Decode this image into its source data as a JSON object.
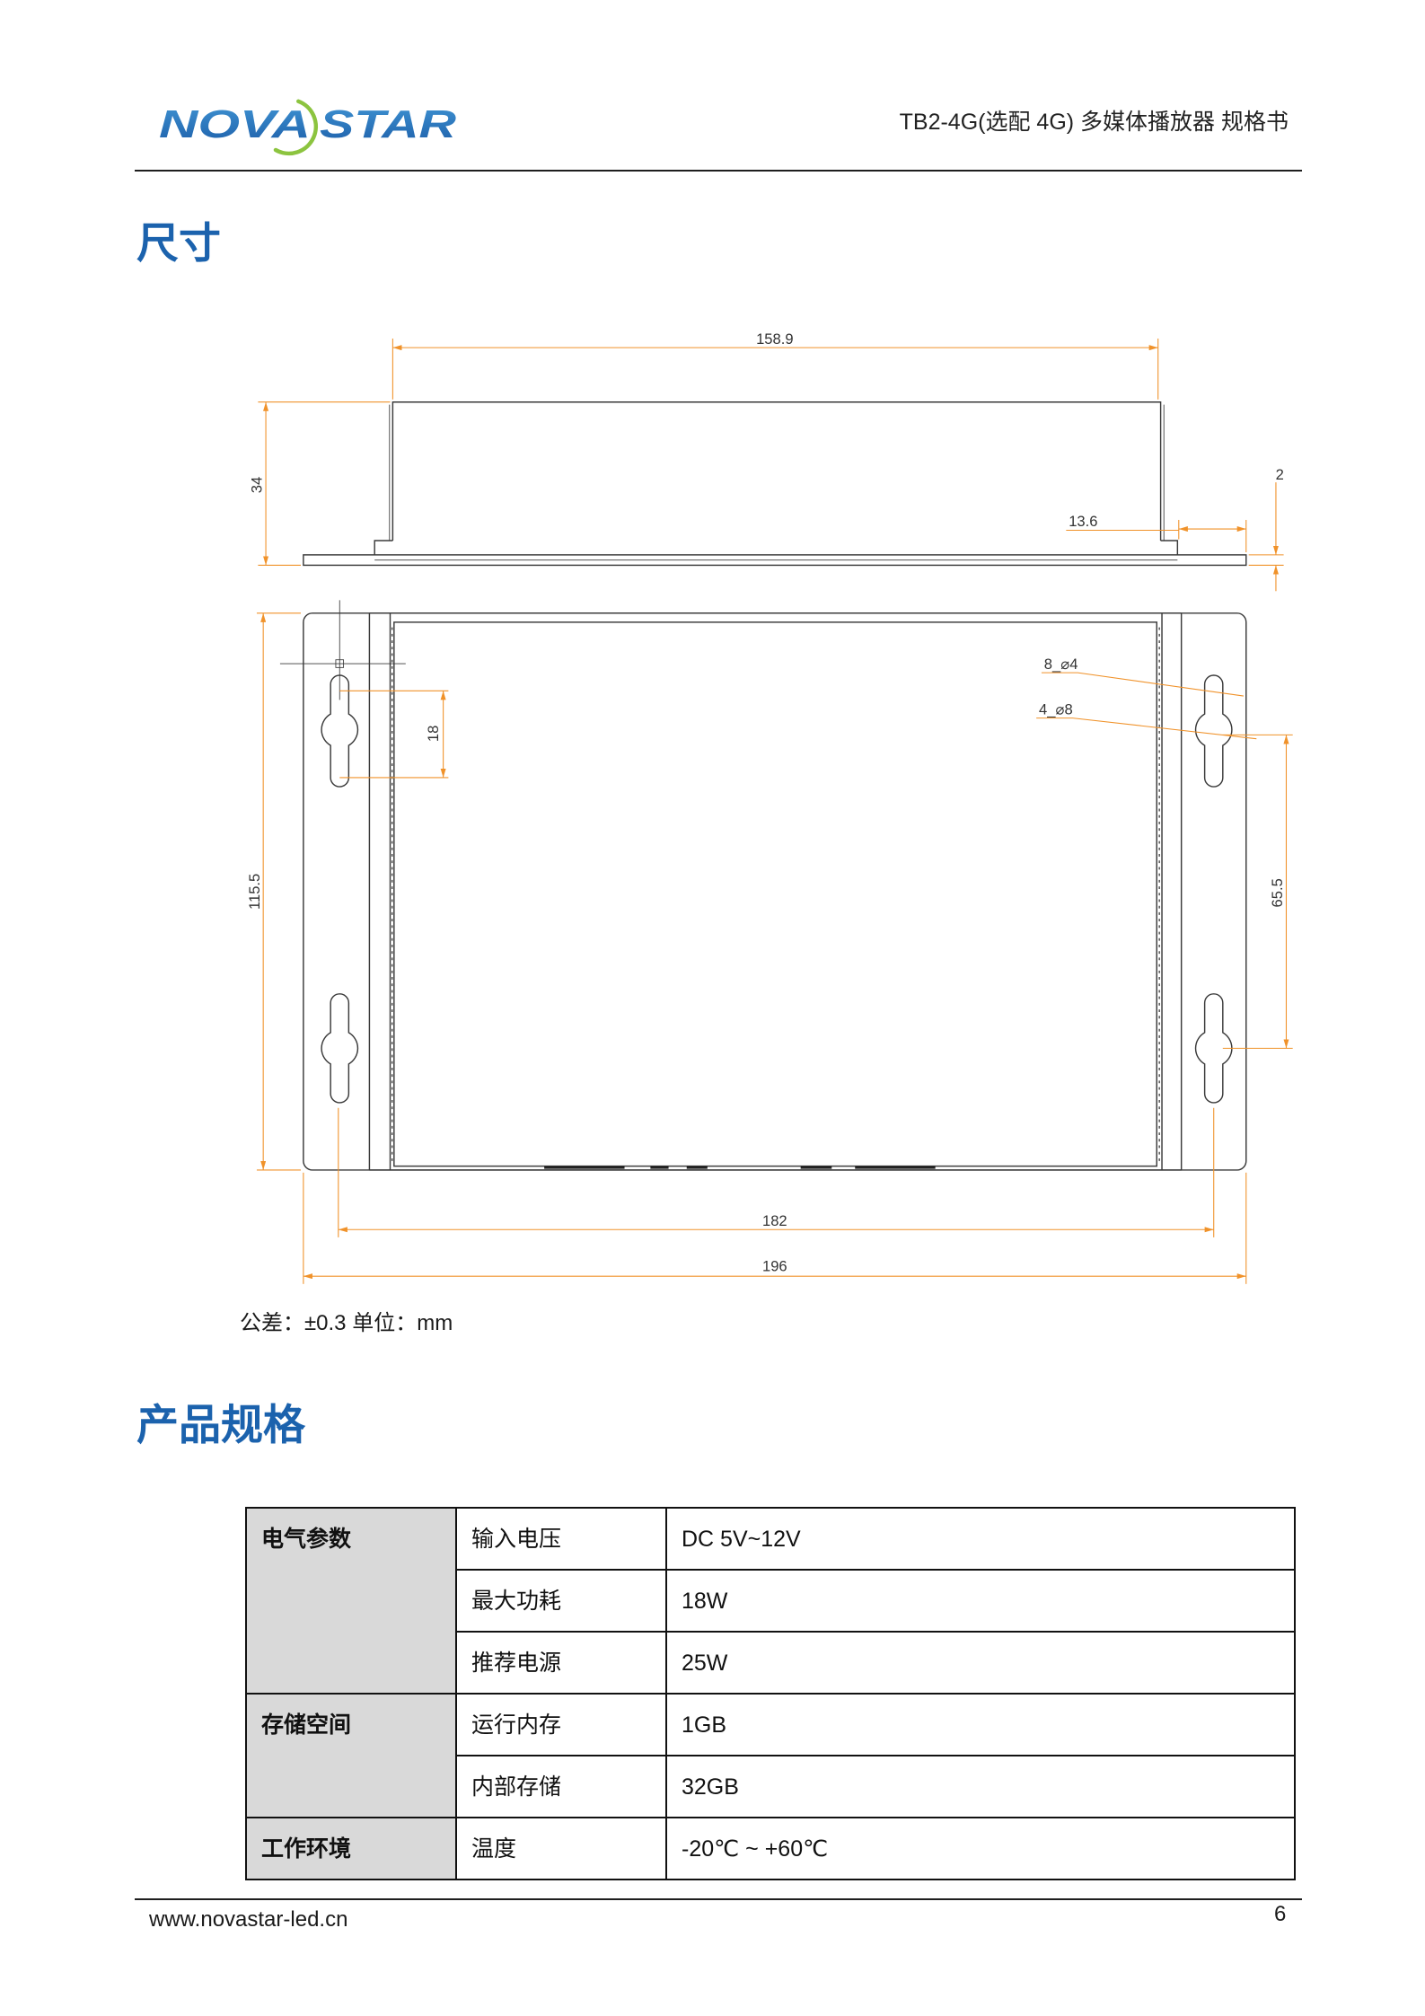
{
  "colors": {
    "accent": "#1b62ad",
    "dim": "#f0922a",
    "ink": "#3a3a3a",
    "cat-bg": "#d9d9d9",
    "logo-blue": "#1d5fa9",
    "logo-green": "#8cc43f"
  },
  "header": {
    "logo_text_left": "NOVA",
    "logo_text_right": "STAR",
    "doc_title": "TB2-4G(选配 4G) 多媒体播放器 规格书"
  },
  "dimensions": {
    "title": "尺寸",
    "labels": {
      "length": "158.9",
      "height": "34",
      "plate_thickness": "2",
      "plate_overhang": "13.6",
      "small_holes": "8_⌀4",
      "large_holes": "4_⌀8",
      "slot_length": "18",
      "depth": "115.5",
      "hole_spacing_vertical": "65.5",
      "hole_spacing_horizontal": "182",
      "overall_width": "196"
    },
    "tolerance_note": "公差：±0.3 单位：mm"
  },
  "specs": {
    "title": "产品规格",
    "groups": [
      {
        "category": "电气参数",
        "items": [
          {
            "name": "输入电压",
            "value": "DC 5V~12V"
          },
          {
            "name": "最大功耗",
            "value": "18W"
          },
          {
            "name": "推荐电源",
            "value": "25W"
          }
        ]
      },
      {
        "category": "存储空间",
        "items": [
          {
            "name": "运行内存",
            "value": "1GB"
          },
          {
            "name": "内部存储",
            "value": "32GB"
          }
        ]
      },
      {
        "category": "工作环境",
        "items": [
          {
            "name": "温度",
            "value": "-20℃ ~ +60℃"
          }
        ]
      }
    ]
  },
  "footer": {
    "website": "www.novastar-led.cn",
    "page_number": "6"
  }
}
